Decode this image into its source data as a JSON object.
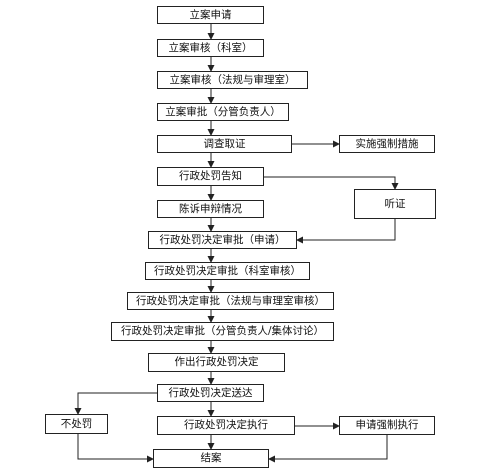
{
  "flowchart": {
    "nodes": {
      "n1": "立案申请",
      "n2": "立案审核（科室）",
      "n3": "立案审核（法规与审理室）",
      "n4": "立案审批（分管负责人）",
      "n5": "调查取证",
      "n5b": "实施强制措施",
      "n6": "行政处罚告知",
      "n6b": "听证",
      "n7": "陈诉申辩情况",
      "n8": "行政处罚决定审批（申请）",
      "n9": "行政处罚决定审批（科室审核）",
      "n10": "行政处罚决定审批（法规与审理室审核）",
      "n11": "行政处罚决定审批（分管负责人/集体讨论）",
      "n12": "作出行政处罚决定",
      "n13": "行政处罚决定送达",
      "n14": "行政处罚决定执行",
      "n14b": "申请强制执行",
      "n_left": "不处罚",
      "n15": "结案"
    }
  }
}
